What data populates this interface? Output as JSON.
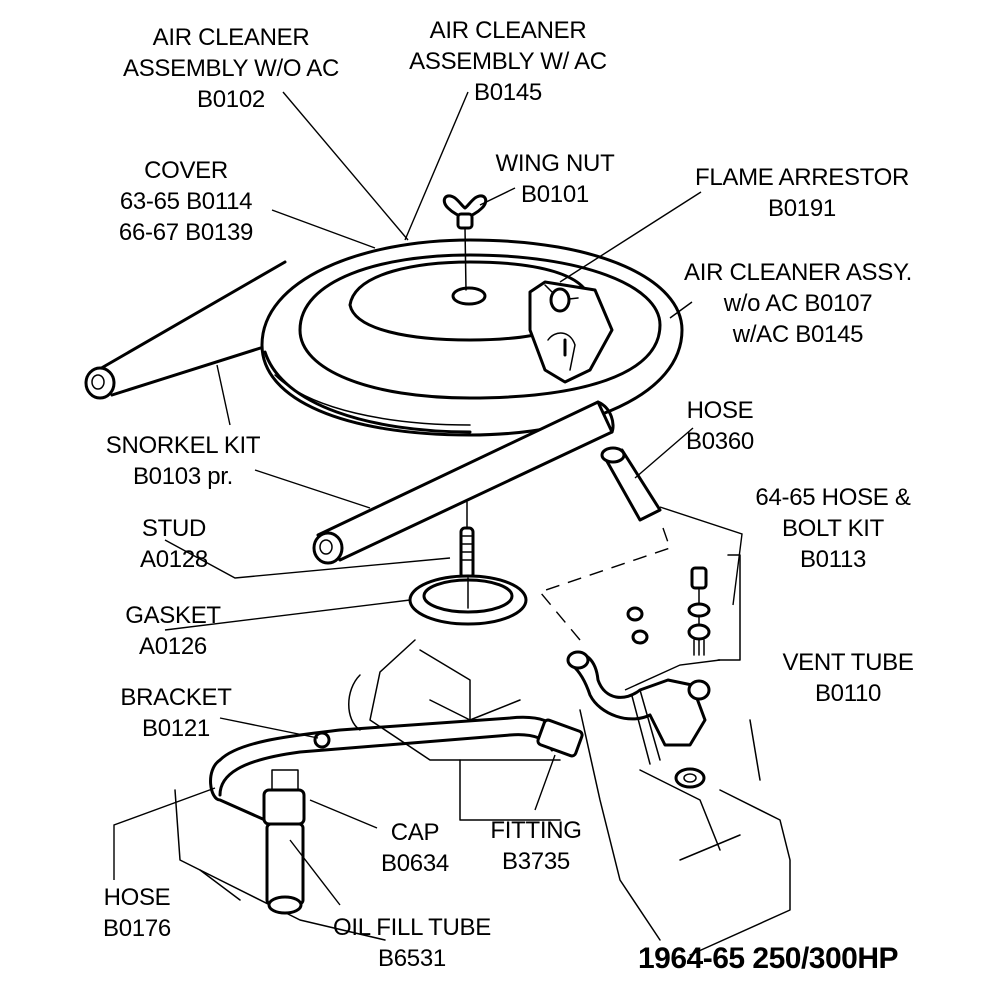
{
  "diagram": {
    "title": "1964-65  250/300HP",
    "labels": {
      "air_cleaner_wo_ac": [
        "AIR CLEANER",
        "ASSEMBLY W/O AC",
        "B0102"
      ],
      "air_cleaner_w_ac": [
        "AIR CLEANER",
        "ASSEMBLY W/ AC",
        "B0145"
      ],
      "cover": [
        "COVER",
        "63-65  B0114",
        "66-67  B0139"
      ],
      "wing_nut": [
        "WING NUT",
        "B0101"
      ],
      "flame_arrestor": [
        "FLAME ARRESTOR",
        "B0191"
      ],
      "air_cleaner_assy": [
        "AIR CLEANER ASSY.",
        "w/o AC  B0107",
        "w/AC  B0145"
      ],
      "snorkel_kit": [
        "SNORKEL KIT",
        "B0103 pr."
      ],
      "hose_b0360": [
        "HOSE",
        "B0360"
      ],
      "hose_bolt_kit": [
        "64-65 HOSE &",
        "BOLT KIT",
        "B0113"
      ],
      "stud": [
        "STUD",
        "A0128"
      ],
      "gasket": [
        "GASKET",
        "A0126"
      ],
      "vent_tube": [
        "VENT TUBE",
        "B0110"
      ],
      "bracket": [
        "BRACKET",
        "B0121"
      ],
      "cap": [
        "CAP",
        "B0634"
      ],
      "fitting": [
        "FITTING",
        "B3735"
      ],
      "hose_b0176": [
        "HOSE",
        "B0176"
      ],
      "oil_fill_tube": [
        "OIL FILL TUBE",
        "B6531"
      ]
    }
  }
}
